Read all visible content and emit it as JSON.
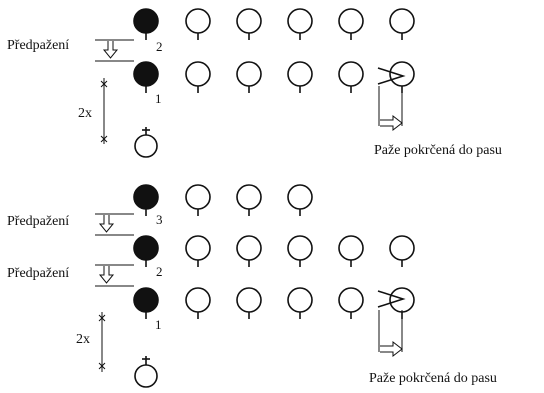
{
  "colors": {
    "ink": "#111111",
    "filled_person": "#111111",
    "open_person": "#ffffff",
    "background": "#ffffff"
  },
  "icons": {
    "filled_person": "filled-circle-person",
    "open_person": "open-circle-person",
    "leader": "cross-topped-circle-person",
    "step_arrow": "hollow-down-arrow",
    "arm_arrow": "hollow-right-arrow"
  },
  "top_group": {
    "labels": {
      "predpazeni_1": "Předpažení",
      "rank_2": "2",
      "rank_1": "1",
      "distance": "2x",
      "caption": "Paže pokrčená do pasu"
    },
    "row_counts": {
      "row_2_open": 5,
      "row_1_open": 5
    }
  },
  "bottom_group": {
    "labels": {
      "predpazeni_1": "Předpažení",
      "predpazeni_2": "Předpažení",
      "rank_3": "3",
      "rank_2": "2",
      "rank_1": "1",
      "distance": "2x",
      "caption": "Paže pokrčená do pasu"
    },
    "row_counts": {
      "row_3_open": 3,
      "row_2_open": 5,
      "row_1_open": 5
    }
  }
}
